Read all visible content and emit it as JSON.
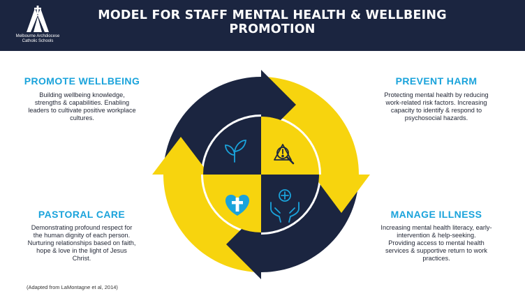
{
  "header": {
    "title_line1": "MODEL FOR STAFF MENTAL HEALTH & WELLBEING",
    "title_line2": "PROMOTION",
    "logo_line1": "Melbourne Archdiocese",
    "logo_line2": "Catholic Schools"
  },
  "quadrants": {
    "promote": {
      "heading": "PROMOTE WELLBEING",
      "lines": [
        "Building wellbeing knowledge,",
        "strengths & capabilities. Enabling",
        "leaders to cultivate positive workplace",
        "cultures."
      ],
      "icon": "sprout-icon"
    },
    "prevent": {
      "heading": "PREVENT HARM",
      "lines": [
        "Protecting mental health by reducing",
        "work-related risk factors. Increasing",
        "capacity to identify & respond to",
        "psychosocial hazards."
      ],
      "icon": "warning-magnifier-icon"
    },
    "pastoral": {
      "heading": "PASTORAL CARE",
      "lines": [
        "Demonstrating profound respect for",
        "the human dignity of each person.",
        "Nurturing relationships based on faith,",
        "hope & love in the light of Jesus",
        "Christ."
      ],
      "icon": "heart-cross-icon"
    },
    "manage": {
      "heading": "MANAGE ILLNESS",
      "lines": [
        "Increasing mental health literacy, early-",
        "intervention & help-seeking.",
        "Providing access to mental health",
        "services & supportive return to work",
        "practices."
      ],
      "icon": "hands-medical-icon"
    }
  },
  "footnote": "(Adapted from LaMontagne et al, 2014)",
  "colors": {
    "navy": "#1b2540",
    "yellow": "#f7d40e",
    "blue": "#1aa3db"
  }
}
